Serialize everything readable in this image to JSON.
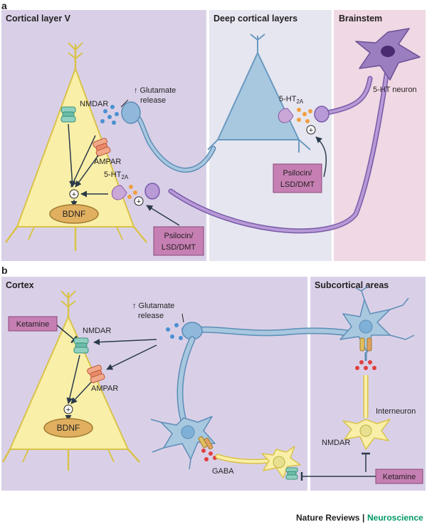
{
  "panel_a": {
    "letter": "a",
    "regions": [
      "Cortical layer V",
      "Deep cortical layers",
      "Brainstem"
    ],
    "nmdar": "NMDAR",
    "ampar": "AMPAR",
    "glutamate": [
      "↑ Glutamate",
      "release"
    ],
    "ht2a_main": "5-HT",
    "ht2a_sub": "2A",
    "bdnf": "BDNF",
    "plus": "+",
    "ht_neuron": "5-HT neuron",
    "drug_box": [
      "Psilocin/",
      "LSD/DMT"
    ]
  },
  "panel_b": {
    "letter": "b",
    "regions": [
      "Cortex",
      "Subcortical areas"
    ],
    "ketamine": "Ketamine",
    "nmdar": "NMDAR",
    "ampar": "AMPAR",
    "glutamate": [
      "↑ Glutamate",
      "release"
    ],
    "bdnf": "BDNF",
    "plus": "+",
    "gaba": "GABA",
    "interneuron": "Interneuron"
  },
  "footer": {
    "journal": "Nature Reviews",
    "separator": "|",
    "section": "Neuroscience"
  },
  "colors": {
    "lilac_bg": "#d9d0e8",
    "pale_bg": "#e6e6f0",
    "pink_bg": "#f0d8e4",
    "yellow_cell": "#f9efa8",
    "blue_cell": "#a8c8e0",
    "purple_cell": "#9b7ec0",
    "drug_box": "#c67fb3",
    "accent_green": "#009966"
  }
}
